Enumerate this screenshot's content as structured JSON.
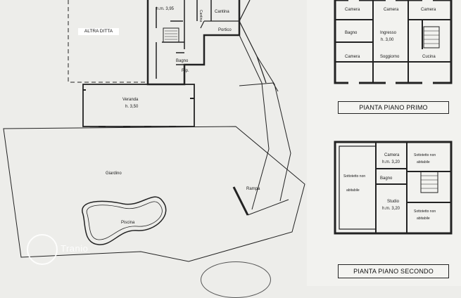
{
  "ground_floor": {
    "labels": {
      "height_top": "h.m. 3,95",
      "cantina_1": "Cantina",
      "cantina_2": "Cantina",
      "portico": "Portico",
      "other_owner": "ALTRA DITTA",
      "bagno": "Bagno",
      "rip": "Rip.",
      "veranda": "Veranda",
      "veranda_height": "h. 3,50",
      "giardino": "Giardino",
      "piscina": "Piscina",
      "rampa": "Rampa"
    }
  },
  "first_floor": {
    "title": "PIANTA PIANO PRIMO",
    "rooms": {
      "camera_1": "Camera",
      "camera_2": "Camera",
      "camera_3": "Camera",
      "bagno": "Bagno",
      "ingresso": "Ingresso",
      "ingresso_height": "h. 3,00",
      "camera_4": "Camera",
      "soggiorno": "Soggiorno",
      "cucina": "Cucina"
    }
  },
  "second_floor": {
    "title": "PIANTA PIANO SECONDO",
    "rooms": {
      "sottotetto_left_1": "Sottotetto non",
      "sottotetto_left_2": "abitabile",
      "camera": "Camera",
      "camera_height": "h.m. 3,20",
      "bagno": "Bagno",
      "studio": "Studio",
      "studio_height": "h.m. 3,20",
      "sottotetto_tr_1": "Sottotetto non",
      "sottotetto_tr_2": "abitabile",
      "sottotetto_br_1": "Sottotetto non",
      "sottotetto_br_2": "abitabile"
    }
  },
  "watermark": {
    "text": "Tranio"
  }
}
